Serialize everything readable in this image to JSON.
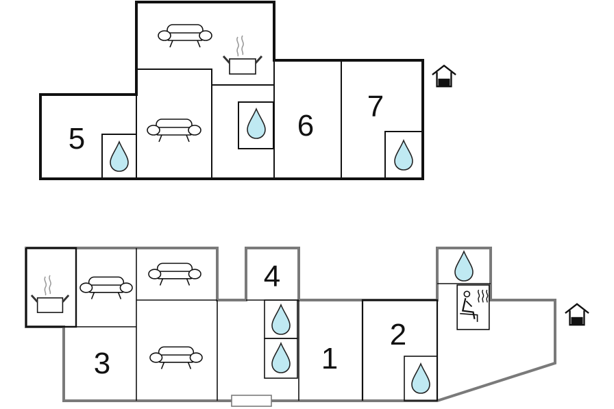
{
  "colors": {
    "wall_upper": "#111111",
    "wall_lower": "#7a7a7a",
    "water": "#bfe9f2",
    "line": "#111111"
  },
  "upper_floor": {
    "room_labels": [
      "5",
      "6",
      "7"
    ],
    "icons": [
      "sofa-icon",
      "sofa-icon",
      "kitchen-pot-icon",
      "water-drop-icon",
      "water-drop-icon",
      "water-drop-icon",
      "entrance-house-icon"
    ]
  },
  "lower_floor": {
    "room_labels": [
      "3",
      "4",
      "1",
      "2"
    ],
    "icons": [
      "kitchen-pot-icon",
      "sofa-icon",
      "sofa-icon",
      "sofa-icon",
      "water-drop-icon",
      "water-drop-icon",
      "water-drop-icon",
      "water-drop-icon",
      "sauna-icon",
      "entrance-house-icon"
    ]
  }
}
